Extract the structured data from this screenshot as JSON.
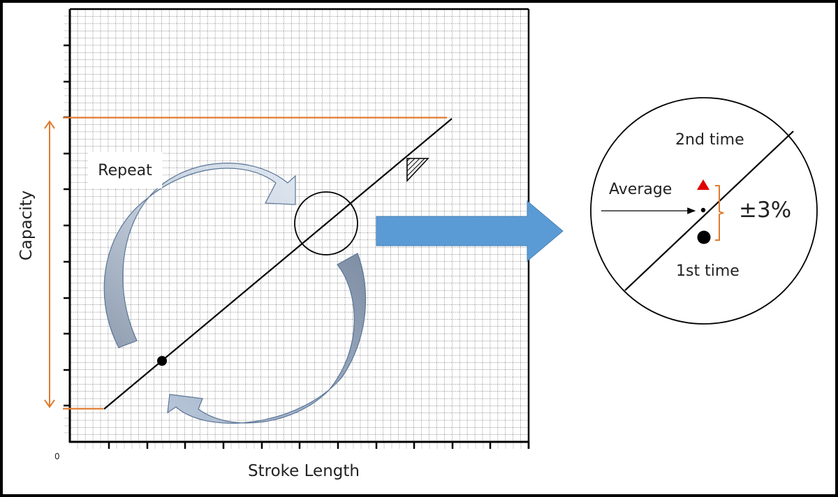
{
  "figure": {
    "type": "diagram",
    "description": "Stroke length vs capacity calibration diagram on graph paper with repeat cycle and magnified view",
    "axes": {
      "x_label": "Stroke Length",
      "y_label": "Capacity",
      "origin_label": "0"
    },
    "annotations": {
      "repeat_label": "Repeat",
      "zoom_view": {
        "second_time_label": "2nd time",
        "first_time_label": "1st time",
        "average_label": "Average",
        "tolerance_label": "±3%"
      }
    },
    "icons": {
      "repeat_arrows": "curved-cycle-arrows-icon",
      "magnify_arrow": "right-arrow-icon",
      "hatched_triangle": "slope-marker-icon",
      "first_time_marker": "black-circle-marker-icon",
      "second_time_marker": "red-triangle-marker-icon",
      "average_marker": "small-dot-icon"
    },
    "colors": {
      "orange_guides": "#E07B2E",
      "blue_arrow": "#5B9BD5",
      "repeat_arrow_light": "#D6DFEA",
      "repeat_arrow_dark": "#8496AE",
      "red_marker": "#E00000",
      "grid": "#555555"
    }
  }
}
